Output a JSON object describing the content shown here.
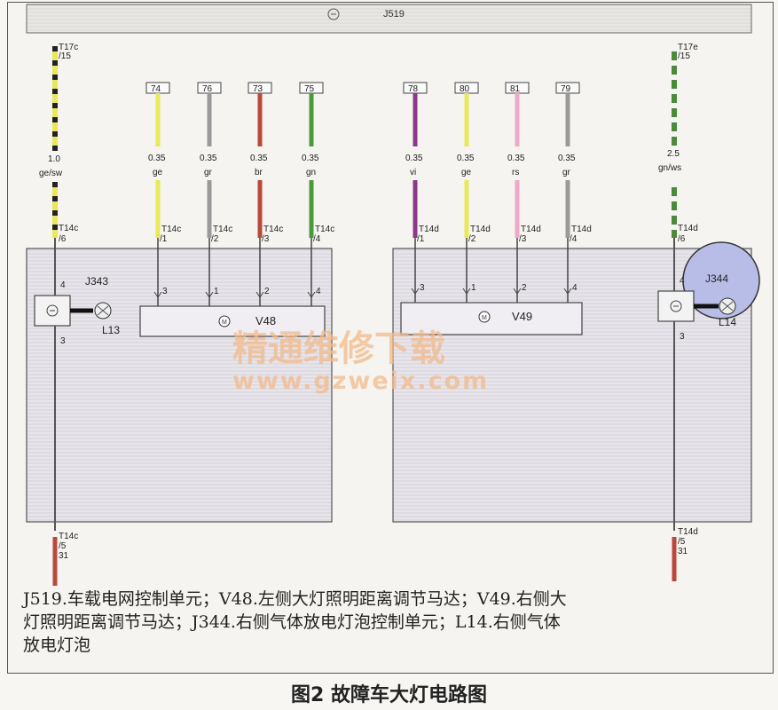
{
  "diagram": {
    "top_unit_label": "J519",
    "top_connectors": [
      {
        "id": "left",
        "pin": "T17c",
        "sub": "/15",
        "size": "1.0",
        "color_code": "ge/sw",
        "bottom_pin": "T14c",
        "bottom_sub": "/6"
      },
      {
        "id": "right",
        "pin": "T17e",
        "sub": "/15",
        "size": "2.5",
        "color_code": "gn/ws",
        "bottom_pin": "T14d",
        "bottom_sub": "/6"
      }
    ],
    "left_group": {
      "wires": [
        {
          "tag": "74",
          "size": "0.35",
          "color_code": "ge",
          "pin": "T14c",
          "sub": "/1",
          "motor_pin": "3",
          "color": "#e8e85a"
        },
        {
          "tag": "76",
          "size": "0.35",
          "color_code": "gr",
          "pin": "T14c",
          "sub": "/2",
          "motor_pin": "1",
          "color": "#9a9a9a"
        },
        {
          "tag": "73",
          "size": "0.35",
          "color_code": "br",
          "pin": "T14c",
          "sub": "/3",
          "motor_pin": "2",
          "color": "#b84a3a"
        },
        {
          "tag": "75",
          "size": "0.35",
          "color_code": "gn",
          "pin": "T14c",
          "sub": "/4",
          "motor_pin": "4",
          "color": "#4a9a3a"
        }
      ],
      "motor_label": "V48",
      "control_unit": "J343",
      "control_top_pin": "4",
      "control_bottom_pin": "3",
      "lamp": "L13",
      "ground_pin": "T14c",
      "ground_sub": "/5",
      "ground_num": "31"
    },
    "right_group": {
      "wires": [
        {
          "tag": "78",
          "size": "0.35",
          "color_code": "vi",
          "pin": "T14d",
          "sub": "/1",
          "motor_pin": "3",
          "color": "#8a3a8a"
        },
        {
          "tag": "80",
          "size": "0.35",
          "color_code": "ge",
          "pin": "T14d",
          "sub": "/2",
          "motor_pin": "1",
          "color": "#e8e85a"
        },
        {
          "tag": "81",
          "size": "0.35",
          "color_code": "rs",
          "pin": "T14d",
          "sub": "/3",
          "motor_pin": "2",
          "color": "#f0a8c8"
        },
        {
          "tag": "79",
          "size": "0.35",
          "color_code": "gr",
          "pin": "T14d",
          "sub": "/4",
          "motor_pin": "4",
          "color": "#9a9a9a"
        }
      ],
      "motor_label": "V49",
      "control_unit": "J344",
      "control_top_pin": "4",
      "control_bottom_pin": "3",
      "lamp": "L14",
      "ground_pin": "T14d",
      "ground_sub": "/5",
      "ground_num": "31"
    },
    "watermark_cn": "精通维修下载",
    "watermark_url": "www.gzweix.com"
  },
  "caption": {
    "legend_lines": [
      "J519.车载电网控制单元；V48.左侧大灯照明距离调节马达；V49.右侧大",
      "灯照明距离调节马达；J344.右侧气体放电灯泡控制单元；L14.右侧气体",
      "放电灯泡"
    ],
    "figure_title": "图2 故障车大灯电路图"
  }
}
